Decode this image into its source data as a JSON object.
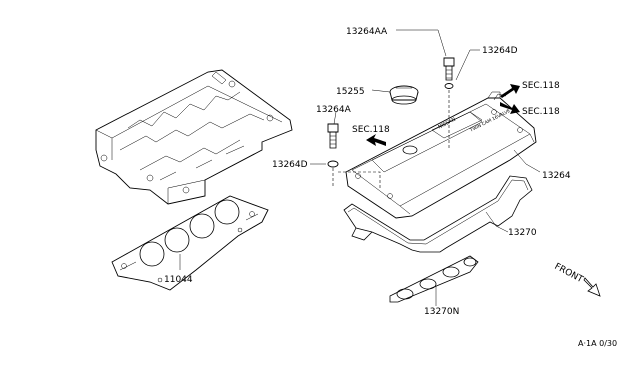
{
  "labels": {
    "p13264AA": "13264AA",
    "p13264D_top": "13264D",
    "p13264D_left": "13264D",
    "p15255": "15255",
    "p13264A": "13264A",
    "sec118_a": "SEC.118",
    "sec118_b": "SEC.118",
    "sec118_c": "SEC.118",
    "p13264": "13264",
    "p13270": "13270",
    "p13270N": "13270N",
    "p11044": "11044",
    "front": "FRONT",
    "ref_code": "A·1A 0/30"
  },
  "icons": {
    "arrow": "filled-arrow-icon",
    "front_arrow": "outline-arrow-icon"
  },
  "colors": {
    "line": "#000000",
    "background": "#ffffff"
  }
}
